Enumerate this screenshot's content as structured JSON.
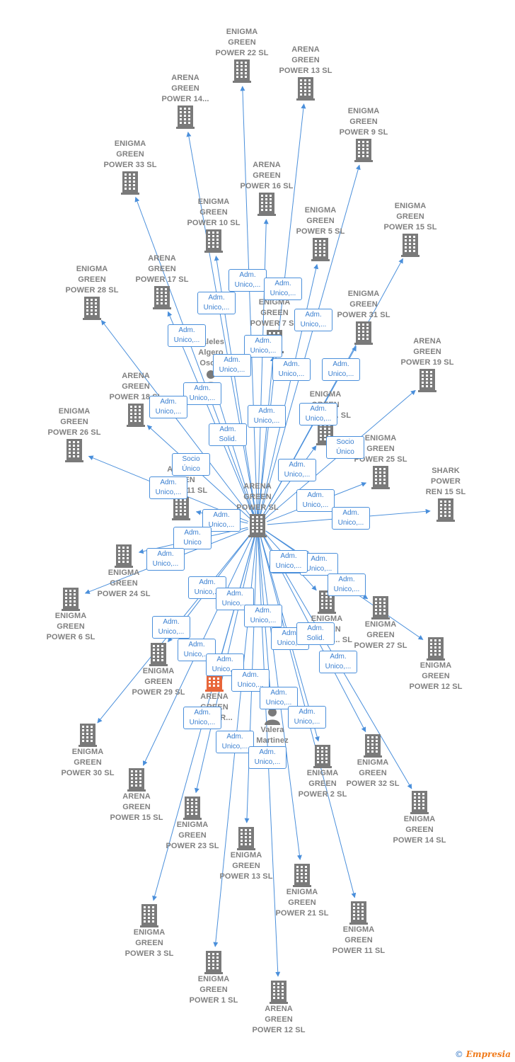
{
  "colors": {
    "edge": "#4a8fdb",
    "company": "#7a7a7a",
    "highlight": "#e8663a",
    "person": "#7a7a7a"
  },
  "nodes": [
    {
      "label": "ARENA\nGREEN\nPOWER  SL",
      "icon": "company-icon",
      "center": true
    },
    {
      "label": "ENIGMA\nGREEN\nPOWER 22  SL",
      "icon": "company-icon"
    },
    {
      "label": "ARENA\nGREEN\nPOWER 13  SL",
      "icon": "company-icon"
    },
    {
      "label": "ARENA\nGREEN\nPOWER 14...",
      "icon": "company-icon"
    },
    {
      "label": "ENIGMA\nGREEN\nPOWER 9  SL",
      "icon": "company-icon"
    },
    {
      "label": "ENIGMA\nGREEN\nPOWER 33  SL",
      "icon": "company-icon"
    },
    {
      "label": "ARENA\nGREEN\nPOWER 16  SL",
      "icon": "company-icon"
    },
    {
      "label": "ENIGMA\nGREEN\nPOWER 10  SL",
      "icon": "company-icon"
    },
    {
      "label": "ENIGMA\nGREEN\nPOWER 5  SL",
      "icon": "company-icon"
    },
    {
      "label": "ENIGMA\nGREEN\nPOWER 15  SL",
      "icon": "company-icon"
    },
    {
      "label": "ARENA\nGREEN\nPOWER 17  SL",
      "icon": "company-icon"
    },
    {
      "label": "ENIGMA\nGREEN\nPOWER 28  SL",
      "icon": "company-icon"
    },
    {
      "label": "ENIGMA\nGREEN\nPOWER 7  SL",
      "icon": "company-icon"
    },
    {
      "label": "ENIGMA\nGREEN\nPOWER 31  SL",
      "icon": "company-icon"
    },
    {
      "label": "Valeles\nAlgero\nOso...",
      "icon": "person-icon"
    },
    {
      "label": "ARENA\nGREEN\nPOWER 19  SL",
      "icon": "company-icon"
    },
    {
      "label": "ARENA\nGREEN\nPOWER 18  SL",
      "icon": "company-icon"
    },
    {
      "label": "ENIGMA\nGREEN\nPOWER ...  SL",
      "icon": "company-icon"
    },
    {
      "label": "ENIGMA\nGREEN\nPOWER 26  SL",
      "icon": "company-icon"
    },
    {
      "label": "ENIGMA\nGREEN\nPOWER 25  SL",
      "icon": "company-icon"
    },
    {
      "label": "SHARK\nPOWER\nREN 15  SL",
      "icon": "company-icon"
    },
    {
      "label": "ARENA\nGREEN\nPOWER 11  SL",
      "icon": "company-icon"
    },
    {
      "label": "ENIGMA\nGREEN\nPOWER 24  SL",
      "icon": "company-icon"
    },
    {
      "label": "ENIGMA\nGREEN\nPOWER 6  SL",
      "icon": "company-icon"
    },
    {
      "label": "ENIGMA\nGREEN\nPOWER ...  SL",
      "icon": "company-icon"
    },
    {
      "label": "ENIGMA\nGREEN\nPOWER 27  SL",
      "icon": "company-icon"
    },
    {
      "label": "ENIGMA\nGREEN\nPOWER 12  SL",
      "icon": "company-icon"
    },
    {
      "label": "ENIGMA\nGREEN\nPOWER 29  SL",
      "icon": "company-icon"
    },
    {
      "label": "ARENA\nGREEN\nPOWER...",
      "icon": "company-icon",
      "highlight": true
    },
    {
      "label": "Valera\nMartinez",
      "icon": "person-icon"
    },
    {
      "label": "ENIGMA\nGREEN\nPOWER 30  SL",
      "icon": "company-icon"
    },
    {
      "label": "ARENA\nGREEN\nPOWER 15  SL",
      "icon": "company-icon"
    },
    {
      "label": "ENIGMA\nGREEN\nPOWER 2  SL",
      "icon": "company-icon"
    },
    {
      "label": "ENIGMA\nGREEN\nPOWER 32  SL",
      "icon": "company-icon"
    },
    {
      "label": "ENIGMA\nGREEN\nPOWER 14  SL",
      "icon": "company-icon"
    },
    {
      "label": "ENIGMA\nGREEN\nPOWER 23  SL",
      "icon": "company-icon"
    },
    {
      "label": "ENIGMA\nGREEN\nPOWER 13  SL",
      "icon": "company-icon"
    },
    {
      "label": "ENIGMA\nGREEN\nPOWER 21  SL",
      "icon": "company-icon"
    },
    {
      "label": "ENIGMA\nGREEN\nPOWER 11  SL",
      "icon": "company-icon"
    },
    {
      "label": "ENIGMA\nGREEN\nPOWER 3  SL",
      "icon": "company-icon"
    },
    {
      "label": "ENIGMA\nGREEN\nPOWER 1  SL",
      "icon": "company-icon"
    },
    {
      "label": "ARENA\nGREEN\nPOWER 12  SL",
      "icon": "company-icon"
    }
  ],
  "edge_labels": [
    "Adm.\nUnico,...",
    "Adm.\nUnico,...",
    "Adm.\nUnico,...",
    "Adm.\nUnico,...",
    "Adm.\nUnico,...",
    "Adm.\nUnico,...",
    "Adm.\nUnico,...",
    "Adm.\nUnico,...",
    "Adm.\nUnico,...",
    "Adm.\nUnico,...",
    "Adm.\nUnico,...",
    "Adm.\nUnico,...",
    "Adm.\nSolid.",
    "Adm.\nUnico,...",
    "Adm.\nUnico,...",
    "Socio\nÚnico",
    "Socio\nÚnico",
    "Adm.\nUnico,...",
    "Adm.\nUnico,...",
    "Adm.\nUnico,...",
    "Adm.\nUnico,...",
    "Adm.\nUnico",
    "Adm.\nUnico,...",
    "Adm.\nUnico,...",
    "Adm.\nUnico,...",
    "Adm.\nUnico,...",
    "Adm.\nUnico,...",
    "Adm.\nUnico,...",
    "Adm.\nUnico,...",
    "Adm.\nUnico,...",
    "Adm.\nSolid.",
    "Adm.\nUnico,...",
    "Adm.\nUnico,...",
    "Adm.\nUnico,...",
    "Adm.\nUnico,...",
    "Adm.\nUnico,...",
    "Adm.\nUnico,...",
    "Adm.\nUnico,...",
    "Adm.\nUnico,...",
    "Adm.\nUnico,...",
    "Adm.\nUnico,...",
    "Adm.\nUnico,..."
  ],
  "footer": {
    "copyright": "©",
    "brand": "Empresia"
  }
}
